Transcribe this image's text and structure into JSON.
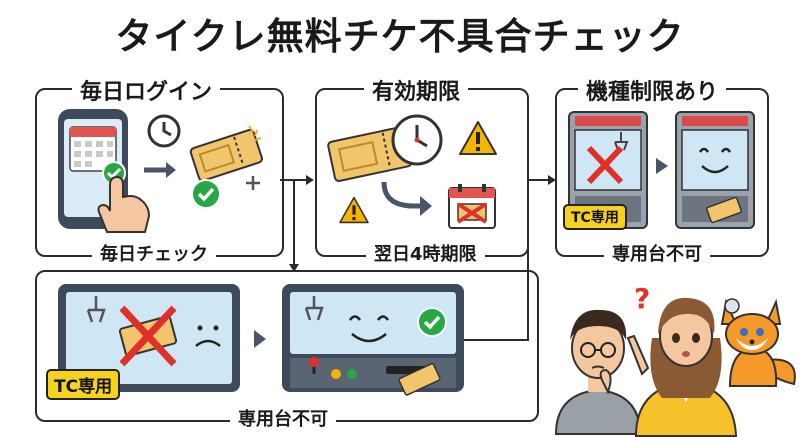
{
  "title": "タイクレ無料チケ不具合チェック",
  "panels": {
    "daily_login": {
      "heading": "毎日ログイン",
      "caption": "毎日チェック"
    },
    "expiry": {
      "heading": "有効期限",
      "caption": "翌日4時期限"
    },
    "machine_limit": {
      "heading": "機種制限あり",
      "caption": "専用台不可",
      "badge": "TC専用"
    },
    "bottom": {
      "badge": "TC専用",
      "caption": "専用台不可"
    }
  },
  "icons": [
    "phone-calendar-icon",
    "clock-icon",
    "ticket-icon",
    "check-icon",
    "plus-icon",
    "warning-icon",
    "calendar-icon",
    "crane-icon",
    "sad-face-icon",
    "happy-face-icon",
    "joystick-icon",
    "question-mark-icon",
    "fox-mascot-icon"
  ],
  "colors": {
    "ticket": "#f2c46b",
    "check": "#27a745",
    "cross": "#e0302a",
    "screen": "#cfe6f5",
    "badge": "#f6d21c",
    "warning": "#f5b400",
    "machine_top": "#d94b4b"
  }
}
